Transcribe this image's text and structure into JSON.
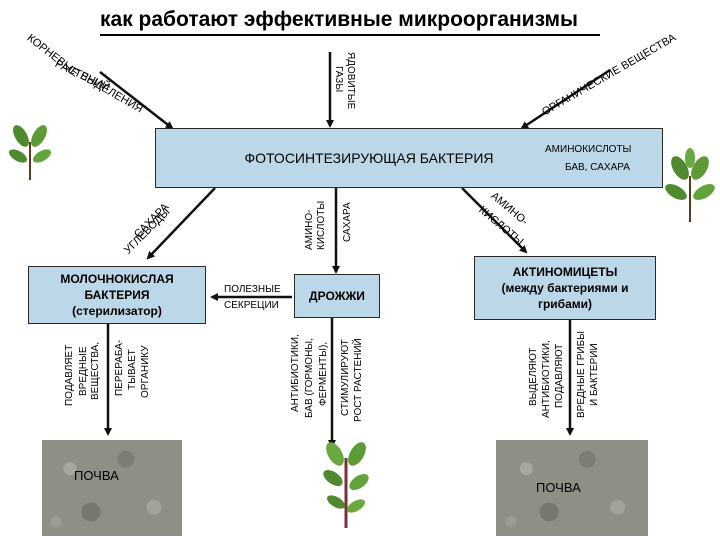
{
  "title": "как работают эффективные микроорганизмы",
  "nodes": {
    "photo": "ФОТОСИНТЕЗИРУЮЩАЯ БАКТЕРИЯ",
    "lactic_line1": "МОЛОЧНОКИСЛАЯ",
    "lactic_line2": "БАКТЕРИЯ",
    "lactic_line3": "(стерилизатор)",
    "yeast": "ДРОЖЖИ",
    "actino_line1": "АКТИНОМИЦЕТЫ",
    "actino_line2": "(между бактериями и",
    "actino_line3": "грибами)",
    "soil_left": "ПОЧВА",
    "soil_right": "ПОЧВА"
  },
  "labels": {
    "root_secretions_1": "КОРНЕВЫЕ",
    "root_secretions_2": "ВЫДЕЛЕНИЯ",
    "root_secretions_3": "РАСТЕНИЙ",
    "toxic_gases_1": "ЯДОВИТЫЕ",
    "toxic_gases_2": "ГАЗЫ",
    "organic_matter": "ОРГАНИЧЕСКИЕ ВЕЩЕСТВА",
    "amino_sugar_1": "АМИНОКИСЛОТЫ",
    "amino_sugar_2": "БАВ, САХАРА",
    "sugars_1": "САХАРА",
    "sugars_2": "УГЛЕВОДЫ",
    "amino_sugar_down_1": "АМИНО-",
    "amino_sugar_down_2": "КИСЛОТЫ",
    "amino_sugar_down_3": "САХАРА",
    "amino_diag_1": "АМИНО-",
    "amino_diag_2": "КИСЛОТЫ",
    "useful_1": "ПОЛЕЗНЫЕ",
    "useful_2": "СЕКРЕЦИИ",
    "lactic_down_1": "ПОДАВЛЯЕТ",
    "lactic_down_2": "ВРЕДНЫЕ",
    "lactic_down_3": "ВЕЩЕСТВА,",
    "lactic_down_4": "ПЕРЕРАБА-",
    "lactic_down_5": "ТЫВАЕТ",
    "lactic_down_6": "ОРГАНИКУ",
    "yeast_down_1": "АНТИБИОТИКИ,",
    "yeast_down_2": "БАВ (ГОРМОНЫ,",
    "yeast_down_3": "ФЕРМЕНТЫ),",
    "yeast_down_4": "СТИМУЛИРУЮТ",
    "yeast_down_5": "РОСТ РАСТЕНИЙ",
    "actino_down_1": "ВЫДЕЛЯЮТ",
    "actino_down_2": "АНТИБИОТИКИ,",
    "actino_down_3": "ПОДАВЛЯЮТ",
    "actino_down_4": "ВРЕДНЫЕ ГРИБЫ",
    "actino_down_5": "И БАКТЕРИИ"
  },
  "colors": {
    "box_fill": "#bcd7e8",
    "leaf_green": "#4f8a2e",
    "soil": "#8f8f86"
  },
  "icons": [
    "plant-icon",
    "plant-icon",
    "sprout-icon"
  ]
}
